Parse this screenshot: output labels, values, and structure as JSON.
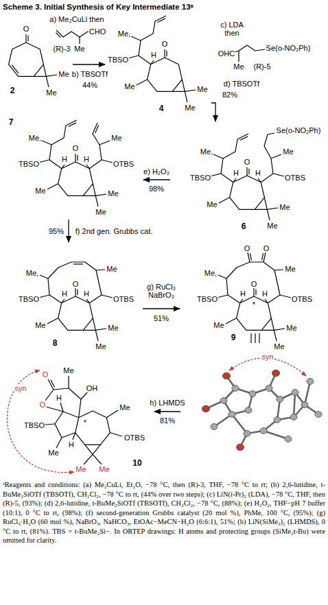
{
  "diagram": {
    "title": "Scheme 3. Initial Synthesis of Key Intermediate 13ᵃ",
    "caption": "ᵃReagents and conditions: (a) Me₂CuLi, Et₂O, −78 °C, then (R)-3, THF, −78 °C to rt; (b) 2,6-lutidine, t-BuMe₂SiOTf (TBSOTf), CH₂Cl₂, −78 °C to rt, (44% over two steps); (c) LiN(i-Pr)₂ (LDA), −78 °C, THF, then (R)-5, (93%); (d) 2,6-lutidine, t-BuMe₂SiOTf (TBSOTf), CH₂Cl₂, −78 °C, (88%); (e) H₂O₂, THF−pH 7 buffer (10:1), 0 °C to rt, (98%); (f) second-generation Grubbs catalyst (20 mol %), PhMe, 100 °C, (95%); (g) RuCl₃·H₂O (60 mol %), NaBrO₃, NaHCO₃, EtOAc−MeCN−H₂O (6:6:1), 51%; (h) LiN(SiMe₃)₂ (LHMDS), 0 °C to rt, (81%). TBS = t-BuMe₂Si−. In ORTEP drawings: H atoms and protecting groups (SiMe₂t-Bu) were omitted for clarity.",
    "nodes": [
      {
        "text": [
          "O",
          "Me",
          "Me",
          "2"
        ]
      },
      {
        "text": [
          "Me,",
          "TBSO",
          "H",
          "O",
          "Me",
          "Me",
          "Me",
          "4"
        ]
      },
      {
        "text": [
          "Me,",
          "H",
          "O",
          "H",
          "Se(o-NO₂Ph)",
          "Me",
          "TBSO",
          "OTBS",
          "Me",
          "Me",
          "Me",
          "6"
        ]
      },
      {
        "text": [
          "7",
          "Me,",
          "Me",
          "TBSO",
          "H",
          "O",
          "H",
          "OTBS",
          "Me",
          "Me",
          "Me"
        ]
      },
      {
        "text": [
          "Me,",
          "Me",
          "TBSO",
          "H",
          "O",
          "H",
          "OTBS",
          "Me",
          "Me",
          "Me",
          "8"
        ]
      },
      {
        "text": [
          "O",
          "O",
          "Me,",
          "Me",
          "TBSO",
          "H",
          "O",
          "H",
          "OTBS",
          "*",
          "Me",
          "Me",
          "Me",
          "9",
          "syn"
        ]
      },
      {
        "text": [
          "O",
          "syn",
          "Me",
          "OH",
          "O",
          "H",
          "Me",
          "TBSO",
          "*",
          "OTBS",
          "H",
          "Me",
          "Me",
          "Me",
          "10"
        ]
      }
    ],
    "edges": [
      {
        "from": 0,
        "to": 1,
        "arrow": "to",
        "label": "a) Me₂CuLi then"
      },
      {
        "from": 1,
        "to": 2,
        "arrow": "to",
        "label": "c) LDA then"
      },
      {
        "from": 2,
        "to": 3,
        "arrow": "to",
        "label": "e) H₂O₂"
      },
      {
        "from": 3,
        "to": 4,
        "arrow": "to",
        "label": "f) 2nd gen. Grubbs cat."
      },
      {
        "from": 4,
        "to": 5,
        "arrow": "to",
        "label": "g) RuCl₃ NaBrO₃"
      },
      {
        "from": 5,
        "to": 6,
        "arrow": "to",
        "label": "h) LHMDS"
      }
    ],
    "labels": [
      "b) TBSOTf",
      "44%",
      "CHO",
      "Me",
      "(R)-3",
      "d) TBSOTf",
      "82%",
      "OHC",
      "Se(o-NO₂Ph)",
      "Me",
      "(R)-5",
      "98%",
      "95%",
      "51%",
      "81%"
    ]
  }
}
